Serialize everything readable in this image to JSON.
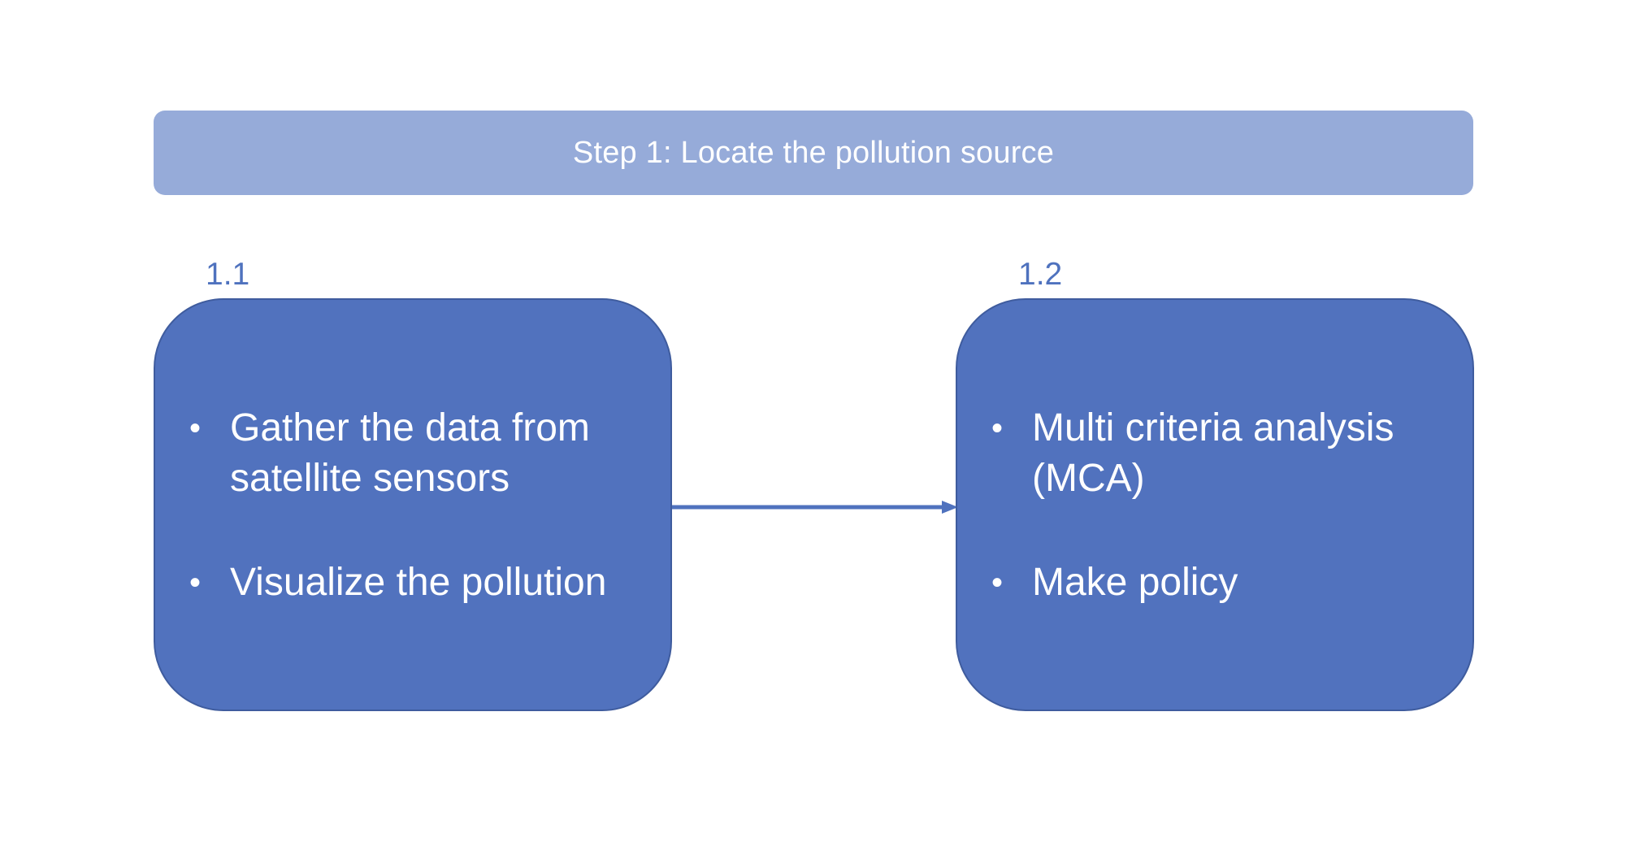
{
  "header": {
    "title": "Step 1: Locate the pollution source"
  },
  "steps": [
    {
      "number": "1.1",
      "bullets": [
        "Gather the data from satellite sensors",
        "Visualize the pollution"
      ]
    },
    {
      "number": "1.2",
      "bullets": [
        "Multi criteria analysis (MCA)",
        "Make policy"
      ]
    }
  ],
  "colors": {
    "header_bg": "#96abd9",
    "box_bg": "#5172be",
    "box_border": "#3f5c9e",
    "label_color": "#4f72be",
    "arrow_color": "#4f72be"
  }
}
